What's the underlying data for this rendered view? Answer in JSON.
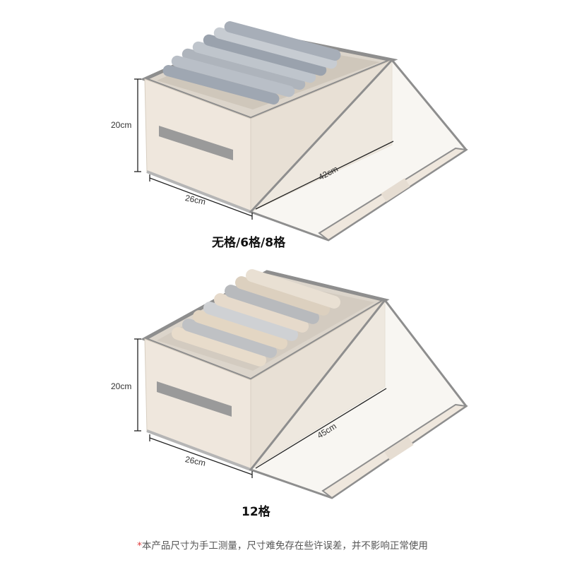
{
  "products": [
    {
      "caption": "无格/6格/8格",
      "dimensions": {
        "height": "20cm",
        "depth": "26cm",
        "length": "42cm"
      }
    },
    {
      "caption": "12格",
      "dimensions": {
        "height": "20cm",
        "depth": "26cm",
        "length": "45cm"
      }
    }
  ],
  "note": {
    "asterisk": "*",
    "text": "本产品尺寸为手工测量，尺寸难免存在些许误差，并不影响正常使用"
  },
  "colors": {
    "fabric": "#efe7dd",
    "fabric_shade": "#e4dbcf",
    "trim_gray": "#8e8e8e",
    "dimension_line": "#222222",
    "note_asterisk": "#e03c3c"
  }
}
